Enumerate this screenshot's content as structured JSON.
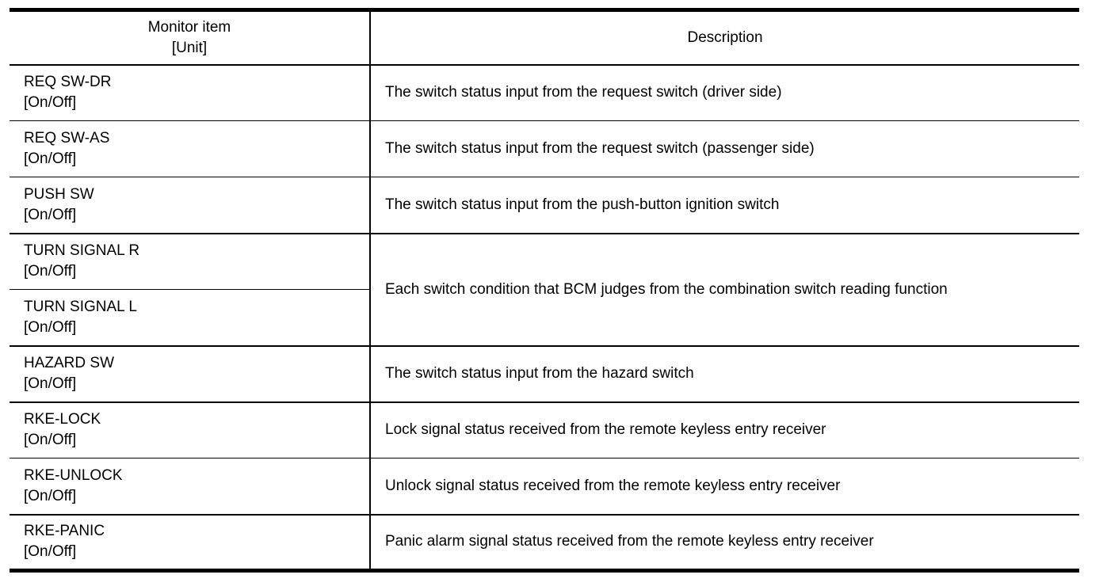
{
  "colors": {
    "background": "#ffffff",
    "border": "#000000",
    "text": "#000000"
  },
  "table": {
    "header": {
      "monitor_item_line1": "Monitor item",
      "monitor_item_line2": "[Unit]",
      "description": "Description"
    },
    "rows": [
      {
        "item": "REQ SW-DR",
        "unit": "[On/Off]",
        "description": "The switch status input from the request switch (driver side)"
      },
      {
        "item": "REQ SW-AS",
        "unit": "[On/Off]",
        "description": "The switch status input from the request switch (passenger side)"
      },
      {
        "item": "PUSH SW",
        "unit": "[On/Off]",
        "description": "The switch status input from the push-button ignition switch"
      },
      {
        "item": "TURN SIGNAL R",
        "unit": "[On/Off]",
        "description": "Each switch condition that BCM judges from the combination switch reading function"
      },
      {
        "item": "TURN SIGNAL L",
        "unit": "[On/Off]"
      },
      {
        "item": "HAZARD SW",
        "unit": "[On/Off]",
        "description": "The switch status input from the hazard switch"
      },
      {
        "item": "RKE-LOCK",
        "unit": "[On/Off]",
        "description": "Lock signal status received from the remote keyless entry receiver"
      },
      {
        "item": "RKE-UNLOCK",
        "unit": "[On/Off]",
        "description": "Unlock signal status received from the remote keyless entry receiver"
      },
      {
        "item": "RKE-PANIC",
        "unit": "[On/Off]",
        "description": "Panic alarm signal status received from the remote keyless entry receiver"
      }
    ]
  }
}
